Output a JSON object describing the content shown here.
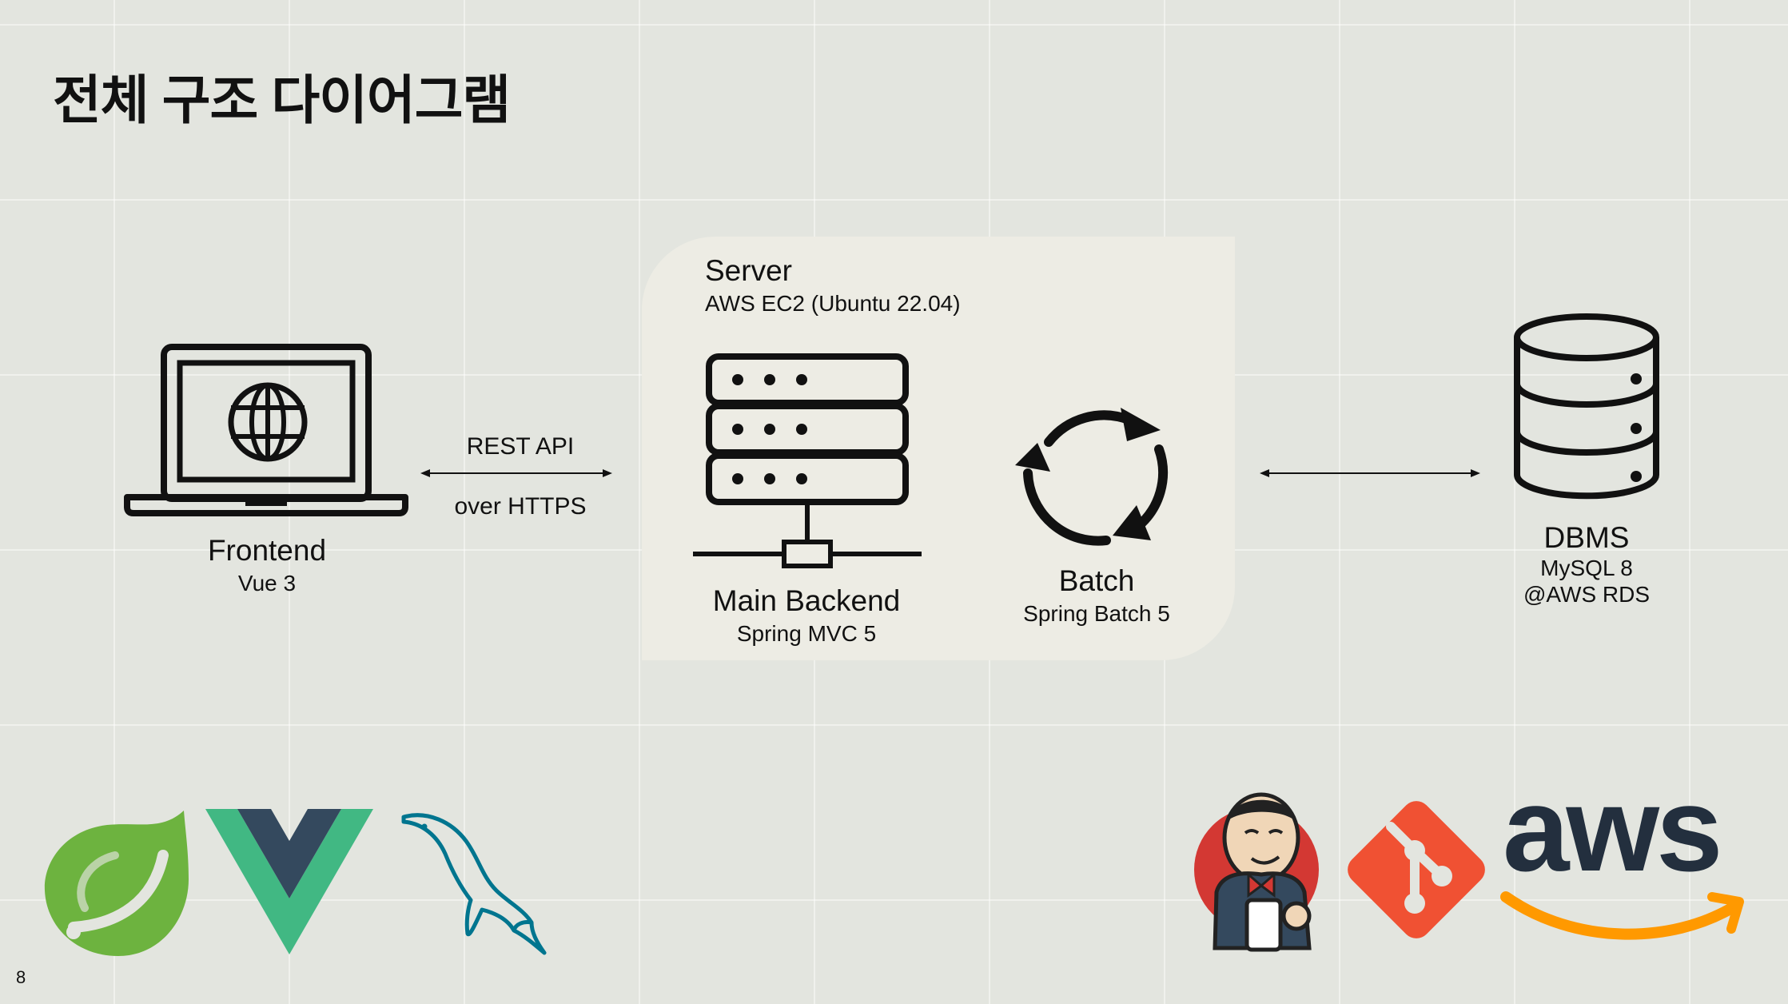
{
  "slide": {
    "title": "전체 구조 다이어그램",
    "page_number": "8"
  },
  "server": {
    "title": "Server",
    "subtitle": "AWS EC2 (Ubuntu 22.04)"
  },
  "nodes": {
    "frontend": {
      "name": "Frontend",
      "tech": "Vue 3",
      "icon": "laptop-globe-icon"
    },
    "main_backend": {
      "name": "Main Backend",
      "tech": "Spring MVC 5",
      "icon": "server-rack-icon"
    },
    "batch": {
      "name": "Batch",
      "tech": "Spring Batch 5",
      "icon": "refresh-cycle-icon"
    },
    "dbms": {
      "name": "DBMS",
      "tech_line1": "MySQL 8",
      "tech_line2": "@AWS RDS",
      "icon": "database-icon"
    }
  },
  "connections": {
    "frontend_backend": {
      "label_top": "REST API",
      "label_bottom": "over HTTPS"
    }
  },
  "logos": {
    "aws_text": "aws",
    "items": [
      "spring-logo",
      "vue-logo",
      "mysql-dolphin-logo",
      "jenkins-logo",
      "git-logo",
      "aws-logo"
    ]
  },
  "colors": {
    "background": "#e3e5df",
    "server_panel": "#edece4",
    "spring_green": "#6db33f",
    "vue_green": "#41b883",
    "vue_dark": "#34495e",
    "mysql_blue": "#00758f",
    "jenkins_red": "#d33833",
    "git_orange": "#f05133",
    "aws_dark": "#232f3e",
    "aws_orange": "#ff9900"
  }
}
